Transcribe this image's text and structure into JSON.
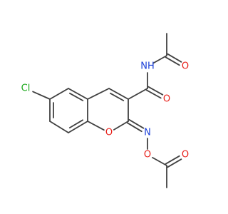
{
  "molecule": {
    "atom_colors": {
      "C": "#404040",
      "N": "#1a3fd8",
      "O": "#e8201a",
      "Cl": "#1aa81a"
    },
    "atoms": [
      {
        "id": "methyl1",
        "el": "C"
      },
      {
        "id": "acylC1",
        "el": "C"
      },
      {
        "id": "O1",
        "el": "O",
        "label": "O"
      },
      {
        "id": "NH",
        "el": "N",
        "label": "NH"
      },
      {
        "id": "amideC",
        "el": "C"
      },
      {
        "id": "O2",
        "el": "O",
        "label": "O"
      },
      {
        "id": "C3",
        "el": "C"
      },
      {
        "id": "C4",
        "el": "C"
      },
      {
        "id": "C4a",
        "el": "C"
      },
      {
        "id": "C5",
        "el": "C"
      },
      {
        "id": "C6",
        "el": "C"
      },
      {
        "id": "Cl",
        "el": "Cl",
        "label": "Cl"
      },
      {
        "id": "C7",
        "el": "C"
      },
      {
        "id": "C8",
        "el": "C"
      },
      {
        "id": "C8a",
        "el": "C"
      },
      {
        "id": "O_ring",
        "el": "O",
        "label": "O"
      },
      {
        "id": "C2",
        "el": "C"
      },
      {
        "id": "N_imine",
        "el": "N",
        "label": "N"
      },
      {
        "id": "O_ox",
        "el": "O",
        "label": "O"
      },
      {
        "id": "acylC2",
        "el": "C"
      },
      {
        "id": "O3",
        "el": "O",
        "label": "O"
      },
      {
        "id": "methyl2",
        "el": "C"
      }
    ],
    "bonds": [
      {
        "a": "methyl1",
        "b": "acylC1",
        "order": 1
      },
      {
        "a": "acylC1",
        "b": "O1",
        "order": 2
      },
      {
        "a": "acylC1",
        "b": "NH",
        "order": 1
      },
      {
        "a": "NH",
        "b": "amideC",
        "order": 1
      },
      {
        "a": "amideC",
        "b": "O2",
        "order": 2
      },
      {
        "a": "amideC",
        "b": "C3",
        "order": 1
      },
      {
        "a": "C3",
        "b": "C4",
        "order": 2
      },
      {
        "a": "C4",
        "b": "C4a",
        "order": 1
      },
      {
        "a": "C4a",
        "b": "C5",
        "order": 2
      },
      {
        "a": "C5",
        "b": "C6",
        "order": 1
      },
      {
        "a": "C6",
        "b": "Cl",
        "order": 1
      },
      {
        "a": "C6",
        "b": "C7",
        "order": 2
      },
      {
        "a": "C7",
        "b": "C8",
        "order": 1
      },
      {
        "a": "C8",
        "b": "C8a",
        "order": 2
      },
      {
        "a": "C8a",
        "b": "C4a",
        "order": 1
      },
      {
        "a": "C8a",
        "b": "O_ring",
        "order": 1
      },
      {
        "a": "O_ring",
        "b": "C2",
        "order": 1
      },
      {
        "a": "C2",
        "b": "C3",
        "order": 1
      },
      {
        "a": "C2",
        "b": "N_imine",
        "order": 2
      },
      {
        "a": "N_imine",
        "b": "O_ox",
        "order": 1
      },
      {
        "a": "O_ox",
        "b": "acylC2",
        "order": 1
      },
      {
        "a": "acylC2",
        "b": "O3",
        "order": 2
      },
      {
        "a": "acylC2",
        "b": "methyl2",
        "order": 1
      }
    ]
  }
}
